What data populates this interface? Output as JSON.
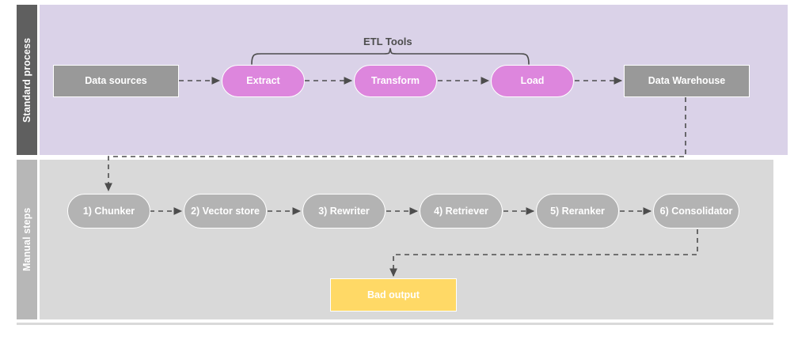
{
  "diagram": {
    "title_label": "ETL Tools",
    "colors": {
      "lane_top_header_bg": "#5f5f5f",
      "lane_top_body_bg": "#dad2e8",
      "lane_bottom_header_bg": "#b7b7b7",
      "lane_bottom_body_bg": "#d9d9d9",
      "node_gray": "#999999",
      "node_magenta": "#dd86dd",
      "node_step_gray": "#b3b3b3",
      "node_warning_yellow": "#ffd966",
      "connector": "#4d4d4d",
      "text_light": "#ffffff",
      "text_dark": "#4d4d4d"
    },
    "lanes": [
      {
        "id": "standard-process",
        "label": "Standard process",
        "nodes": [
          {
            "id": "data-sources",
            "label": "Data sources",
            "shape": "rect",
            "fill": "#999999"
          },
          {
            "id": "extract",
            "label": "Extract",
            "shape": "pill",
            "fill": "#dd86dd"
          },
          {
            "id": "transform",
            "label": "Transform",
            "shape": "pill",
            "fill": "#dd86dd"
          },
          {
            "id": "load",
            "label": "Load",
            "shape": "pill",
            "fill": "#dd86dd"
          },
          {
            "id": "data-warehouse",
            "label": "Data Warehouse",
            "shape": "rect",
            "fill": "#999999"
          }
        ]
      },
      {
        "id": "manual-steps",
        "label": "Manual steps",
        "nodes": [
          {
            "id": "chunker",
            "label": "1) Chunker",
            "shape": "pill",
            "fill": "#b3b3b3"
          },
          {
            "id": "vector-store",
            "label": "2) Vector store",
            "shape": "pill",
            "fill": "#b3b3b3"
          },
          {
            "id": "rewriter",
            "label": "3) Rewriter",
            "shape": "pill",
            "fill": "#b3b3b3"
          },
          {
            "id": "retriever",
            "label": "4) Retriever",
            "shape": "pill",
            "fill": "#b3b3b3"
          },
          {
            "id": "reranker",
            "label": "5) Reranker",
            "shape": "pill",
            "fill": "#b3b3b3"
          },
          {
            "id": "consolidator",
            "label": "6) Consolidator",
            "shape": "pill",
            "fill": "#b3b3b3"
          },
          {
            "id": "bad-output",
            "label": "Bad output",
            "shape": "rect",
            "fill": "#ffd966"
          }
        ]
      }
    ]
  }
}
